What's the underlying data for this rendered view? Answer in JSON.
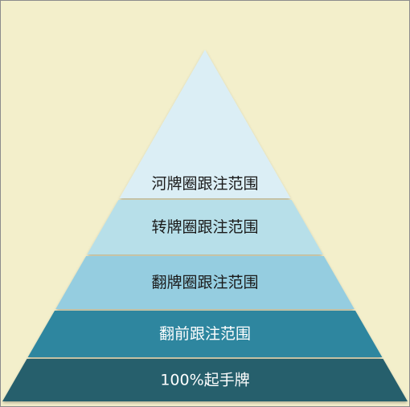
{
  "diagram": {
    "levels": [
      {
        "label": "河牌圈跟注范围",
        "color": "#dbeef5",
        "text_color": "#1a1a1a"
      },
      {
        "label": "转牌圈跟注范围",
        "color": "#b7dfe9",
        "text_color": "#1a1a1a"
      },
      {
        "label": "翻牌圈跟注范围",
        "color": "#95cde0",
        "text_color": "#1a1a1a"
      },
      {
        "label": "翻前跟注范围",
        "color": "#2f869f",
        "text_color": "#ffffff"
      },
      {
        "label": "100%起手牌",
        "color": "#255e6c",
        "text_color": "#ffffff"
      }
    ],
    "background_color": "#f3efcb",
    "border_color": "#8c8c8c"
  }
}
